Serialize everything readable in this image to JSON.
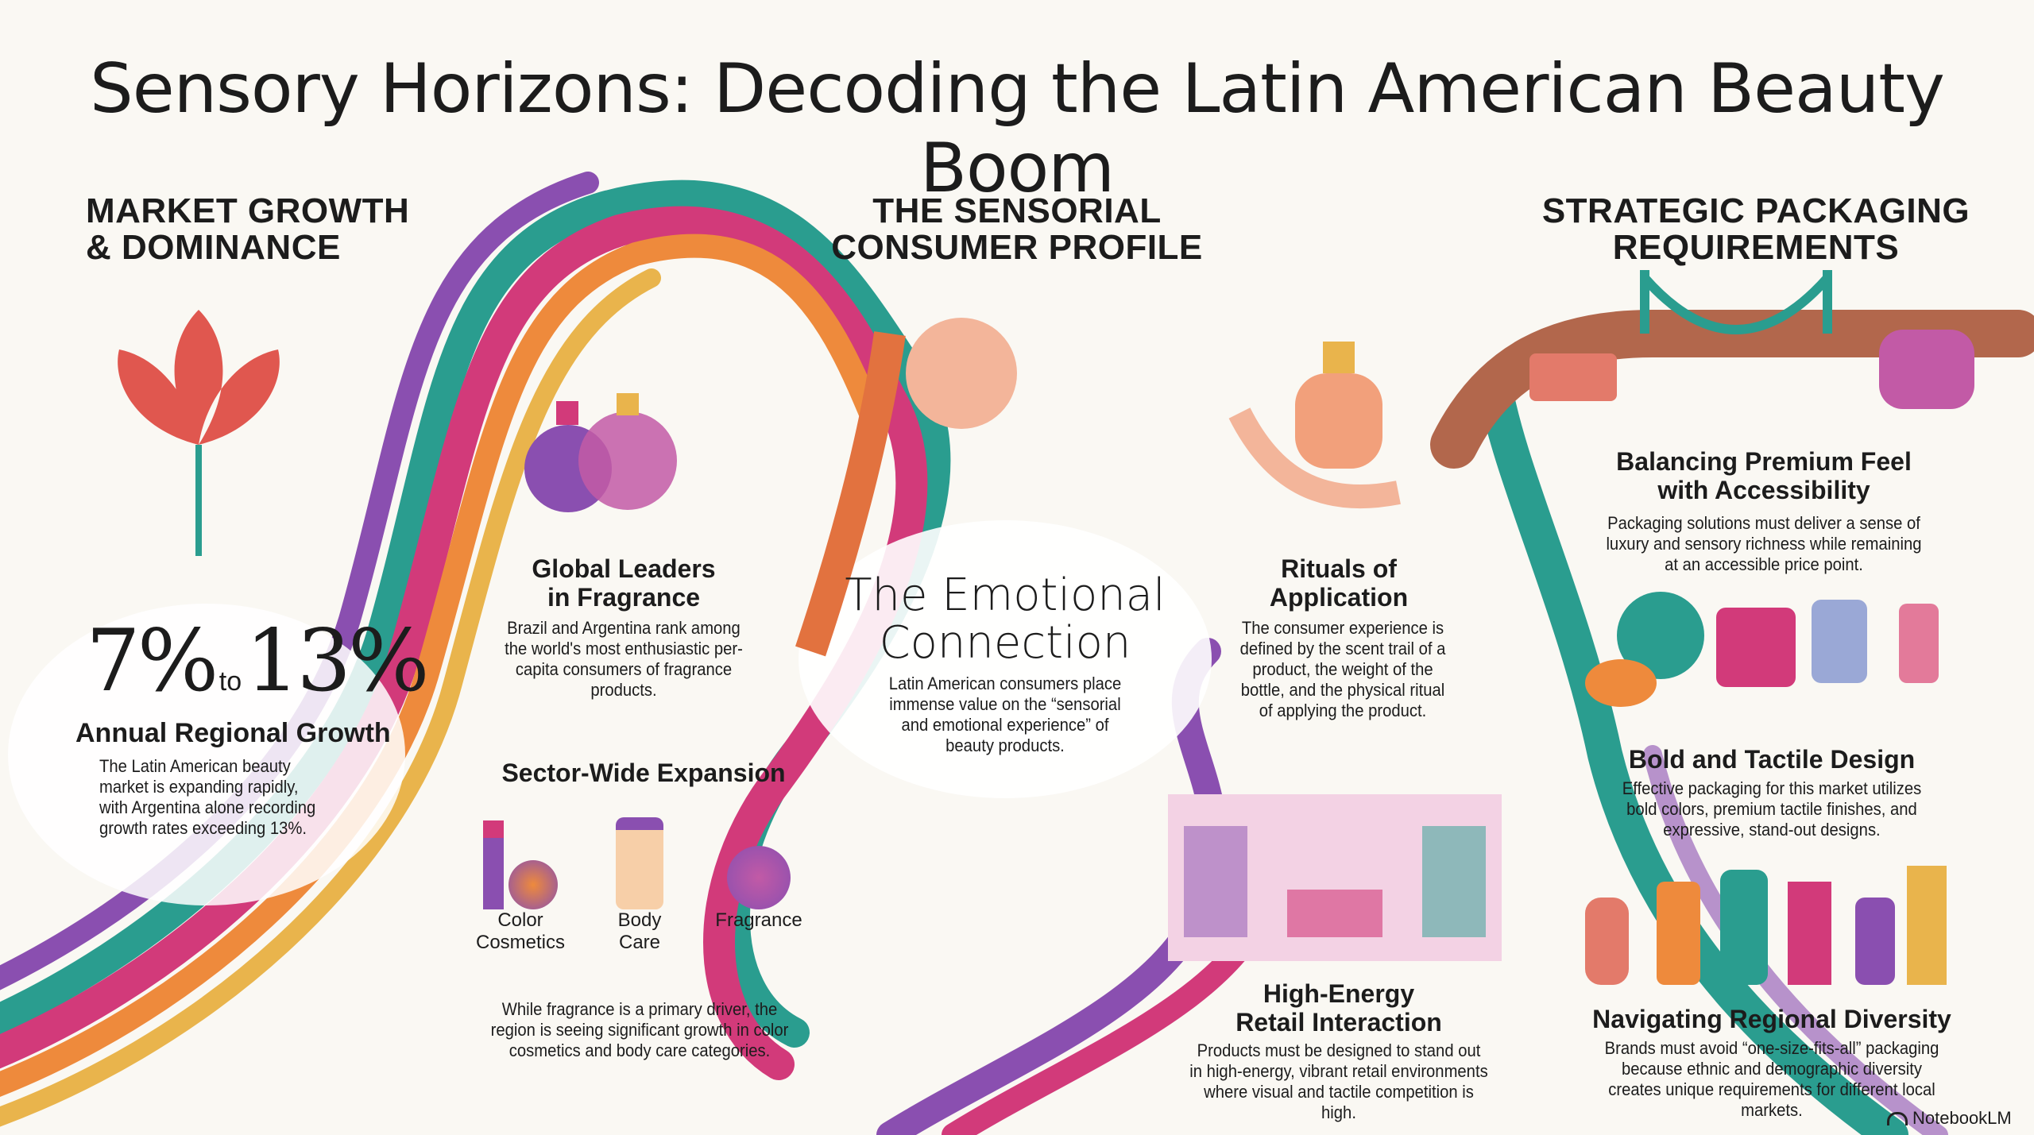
{
  "title": "Sensory Horizons: Decoding the Latin American Beauty Boom",
  "sections": {
    "market": {
      "heading_line1": "MARKET GROWTH",
      "heading_line2": "& DOMINANCE",
      "stat_low": "7%",
      "stat_to": "to",
      "stat_high": "13%",
      "stat_label": "Annual Regional Growth",
      "stat_body": "The Latin American beauty market is expanding rapidly, with Argentina alone recording growth rates exceeding 13%.",
      "fragrance_title_line1": "Global Leaders",
      "fragrance_title_line2": "in Fragrance",
      "fragrance_body": "Brazil and Argentina rank among the world's most enthusiastic per-capita consumers of fragrance products.",
      "sector_title": "Sector-Wide Expansion",
      "sector_items": [
        {
          "line1": "Color",
          "line2": "Cosmetics",
          "icon": "lipstick-compact-icon"
        },
        {
          "line1": "Body",
          "line2": "Care",
          "icon": "lotion-bottle-icon"
        },
        {
          "line1": "Fragrance",
          "line2": "",
          "icon": "perfume-atomizer-icon"
        }
      ],
      "sector_body": "While fragrance is a primary driver, the region is seeing significant growth in color cosmetics and body care categories."
    },
    "consumer": {
      "heading_line1": "THE SENSORIAL",
      "heading_line2": "CONSUMER PROFILE",
      "emotional_line1": "The Emotional",
      "emotional_line2": "Connection",
      "emotional_body": "Latin American consumers place immense value on the “sensorial and emotional experience” of beauty products.",
      "rituals_line1": "Rituals of",
      "rituals_line2": "Application",
      "rituals_body": "The consumer experience is defined by the scent trail of a product, the weight of the bottle, and the physical ritual of applying the product.",
      "retail_line1": "High-Energy",
      "retail_line2": "Retail Interaction",
      "retail_body": "Products must be designed to stand out in high-energy, vibrant retail environments where visual and tactile competition is high."
    },
    "packaging": {
      "heading_line1": "STRATEGIC PACKAGING",
      "heading_line2": "REQUIREMENTS",
      "balance_line1": "Balancing Premium Feel",
      "balance_line2": "with Accessibility",
      "balance_body": "Packaging solutions must deliver a sense of luxury and sensory richness while remaining at an accessible price point.",
      "bold_title": "Bold and Tactile Design",
      "bold_body": "Effective packaging for this market utilizes bold colors, premium tactile finishes, and expressive, stand-out designs.",
      "diversity_title": "Navigating Regional Diversity",
      "diversity_body": "Brands must avoid “one-size-fits-all” packaging because ethnic and demographic diversity creates unique requirements for different local markets."
    }
  },
  "watermark": "NotebookLM",
  "colors": {
    "magenta": "#d23a7a",
    "teal": "#2a9d8f",
    "orange": "#ee8a3c",
    "purple": "#8a4fb0",
    "gold": "#e9b44c",
    "pink": "#f4a3b8"
  }
}
